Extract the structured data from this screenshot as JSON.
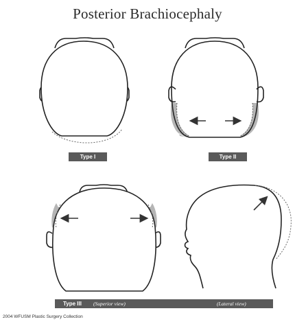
{
  "title": "Posterior Brachiocephaly",
  "labels": {
    "type1": "Type I",
    "type2": "Type II",
    "type3": "Type III",
    "superior": "(Superior view)",
    "lateral": "(Lateral view)"
  },
  "credit": "2004  WFUSM Plastic Surgery Collection"
}
